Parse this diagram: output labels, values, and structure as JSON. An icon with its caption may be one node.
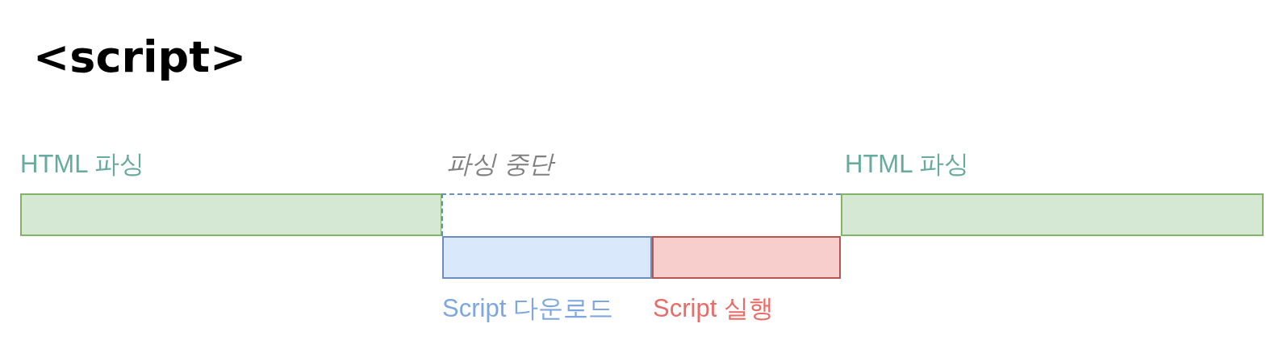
{
  "diagram": {
    "title": "<script>",
    "nodes": [
      {
        "text": [
          "HTML 파싱"
        ]
      },
      {
        "text": [
          "파싱 중단"
        ]
      },
      {
        "text": [
          "HTML 파싱"
        ]
      },
      {
        "text": [
          "Script 다운로드"
        ]
      },
      {
        "text": [
          "Script 실행"
        ]
      }
    ]
  }
}
